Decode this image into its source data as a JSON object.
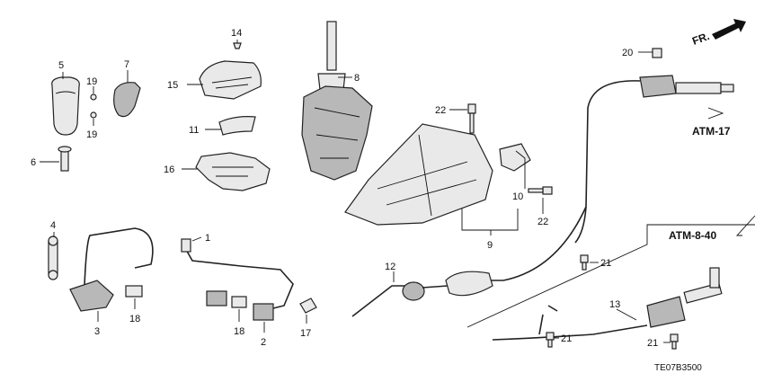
{
  "callouts": {
    "c1": "1",
    "c2": "2",
    "c3": "3",
    "c4": "4",
    "c5": "5",
    "c6": "6",
    "c7": "7",
    "c8": "8",
    "c9": "9",
    "c10": "10",
    "c11": "11",
    "c12": "12",
    "c13": "13",
    "c14": "14",
    "c15": "15",
    "c16": "16",
    "c17": "17",
    "c18a": "18",
    "c18b": "18",
    "c19a": "19",
    "c19b": "19",
    "c20": "20",
    "c21a": "21",
    "c21b": "21",
    "c21c": "21",
    "c22a": "22",
    "c22b": "22"
  },
  "refs": {
    "atm17": "ATM-17",
    "atm840": "ATM-8-40",
    "front": "FR."
  },
  "diagram_code": "TE07B3500"
}
